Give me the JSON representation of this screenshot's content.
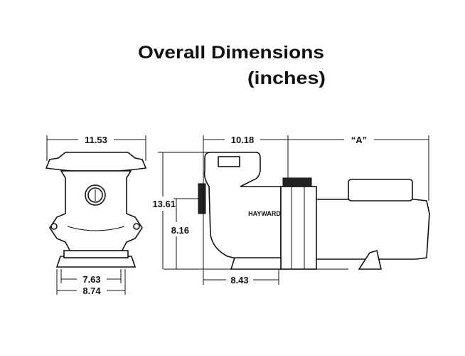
{
  "title": {
    "line1": "Overall Dimensions",
    "line2": "(inches)"
  },
  "brand": "HAYWARD",
  "front_view": {
    "width_top": "11.53",
    "base_inner": "7.63",
    "base_outer": "8.74"
  },
  "side_view": {
    "strainer_length": "10.18",
    "motor_length": "“A”",
    "overall_height": "13.61",
    "inlet_height": "8.16",
    "base_to_outlet": "8.43"
  }
}
